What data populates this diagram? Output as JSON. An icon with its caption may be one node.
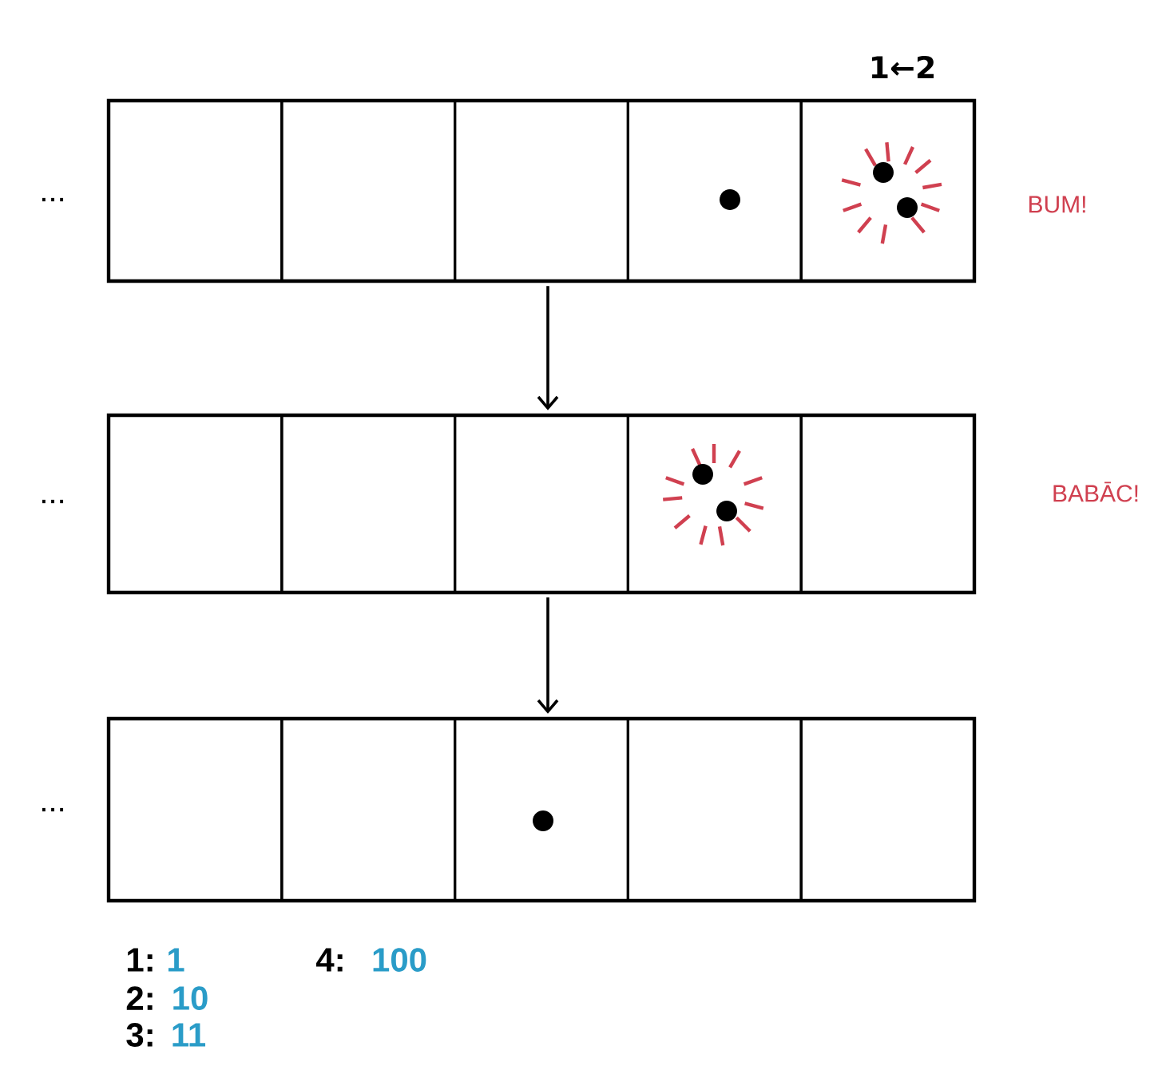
{
  "diagram": {
    "nodes": [
      {
        "text": [],
        "shape": "bar"
      },
      {
        "text": [],
        "shape": "bar"
      },
      {
        "text": [],
        "shape": "bar"
      },
      {
        "text": [],
        "shape": "box",
        "in": 0
      },
      {
        "text": [],
        "shape": "box",
        "in": 0
      },
      {
        "text": [],
        "shape": "box",
        "in": 0
      },
      {
        "text": [],
        "shape": "box",
        "in": 0
      },
      {
        "text": [],
        "shape": "box",
        "in": 0
      },
      {
        "text": [],
        "shape": "box",
        "in": 1
      },
      {
        "text": [],
        "shape": "box",
        "in": 1
      },
      {
        "text": [],
        "shape": "box",
        "in": 1
      },
      {
        "text": [],
        "shape": "box",
        "in": 1
      },
      {
        "text": [],
        "shape": "box",
        "in": 1
      },
      {
        "text": [],
        "shape": "box",
        "in": 2
      },
      {
        "text": [],
        "shape": "box",
        "in": 2
      },
      {
        "text": [],
        "shape": "box",
        "in": 2
      },
      {
        "text": [],
        "shape": "box",
        "in": 2
      },
      {
        "text": [],
        "shape": "box",
        "in": 2
      }
    ],
    "edges": [
      {
        "from": 0,
        "to": 1,
        "arrow": "to"
      },
      {
        "from": 1,
        "to": 2,
        "arrow": "to"
      }
    ],
    "labels": [
      "1←2",
      "...",
      "BUM!",
      "...",
      "BABĀC!",
      "...",
      "1:",
      "1",
      "4:",
      "100",
      "2:",
      "10",
      "3:",
      "11"
    ]
  }
}
